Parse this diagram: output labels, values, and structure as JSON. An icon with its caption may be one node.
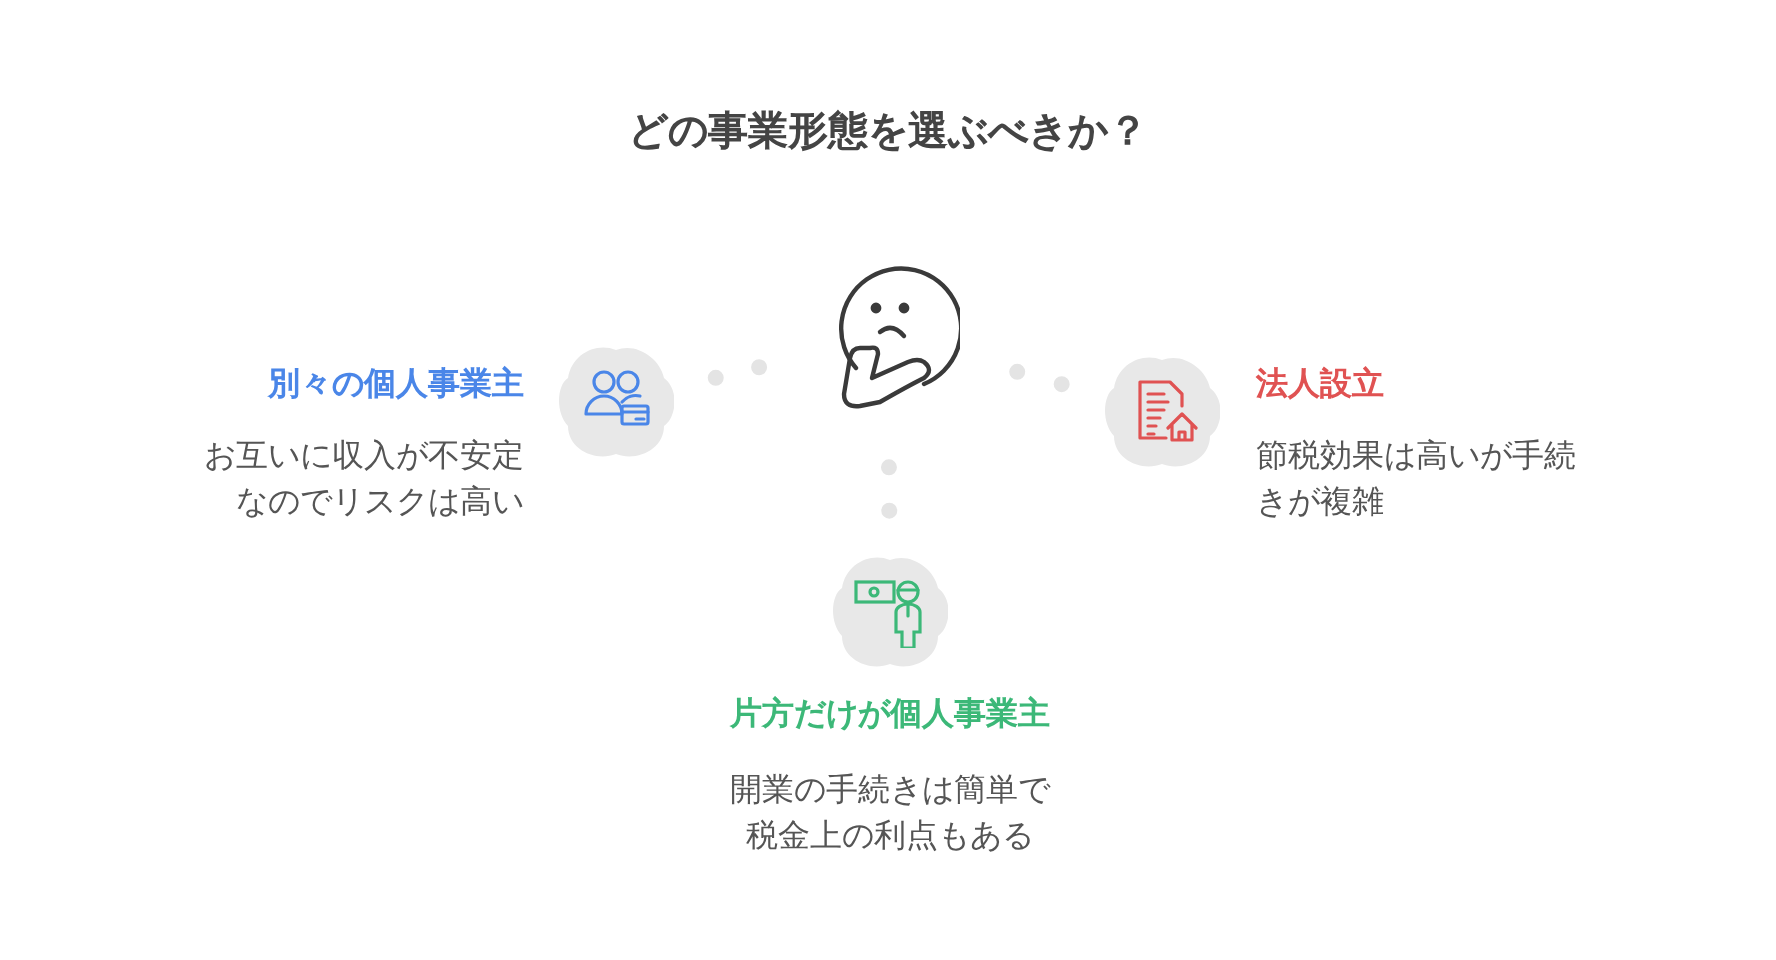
{
  "diagram": {
    "title": "どの事業形態を選ぶべきか？",
    "nodes": [
      {
        "text": [],
        "shape": "picture"
      },
      {
        "text": [
          "別々の個人事業主",
          "お互いに収入が不安定なのでリスクは高い"
        ]
      },
      {
        "text": [
          "法人設立",
          "節税効果は高いが手続きが複雑"
        ]
      },
      {
        "text": [
          "片方だけが個人事業主",
          "開業の手続きは簡単で税金上の利点もある"
        ]
      }
    ],
    "edges": [
      {
        "from": 0,
        "to": 1,
        "arrow": "none"
      },
      {
        "from": 0,
        "to": 2,
        "arrow": "none"
      },
      {
        "from": 0,
        "to": 3,
        "arrow": "none"
      }
    ]
  }
}
